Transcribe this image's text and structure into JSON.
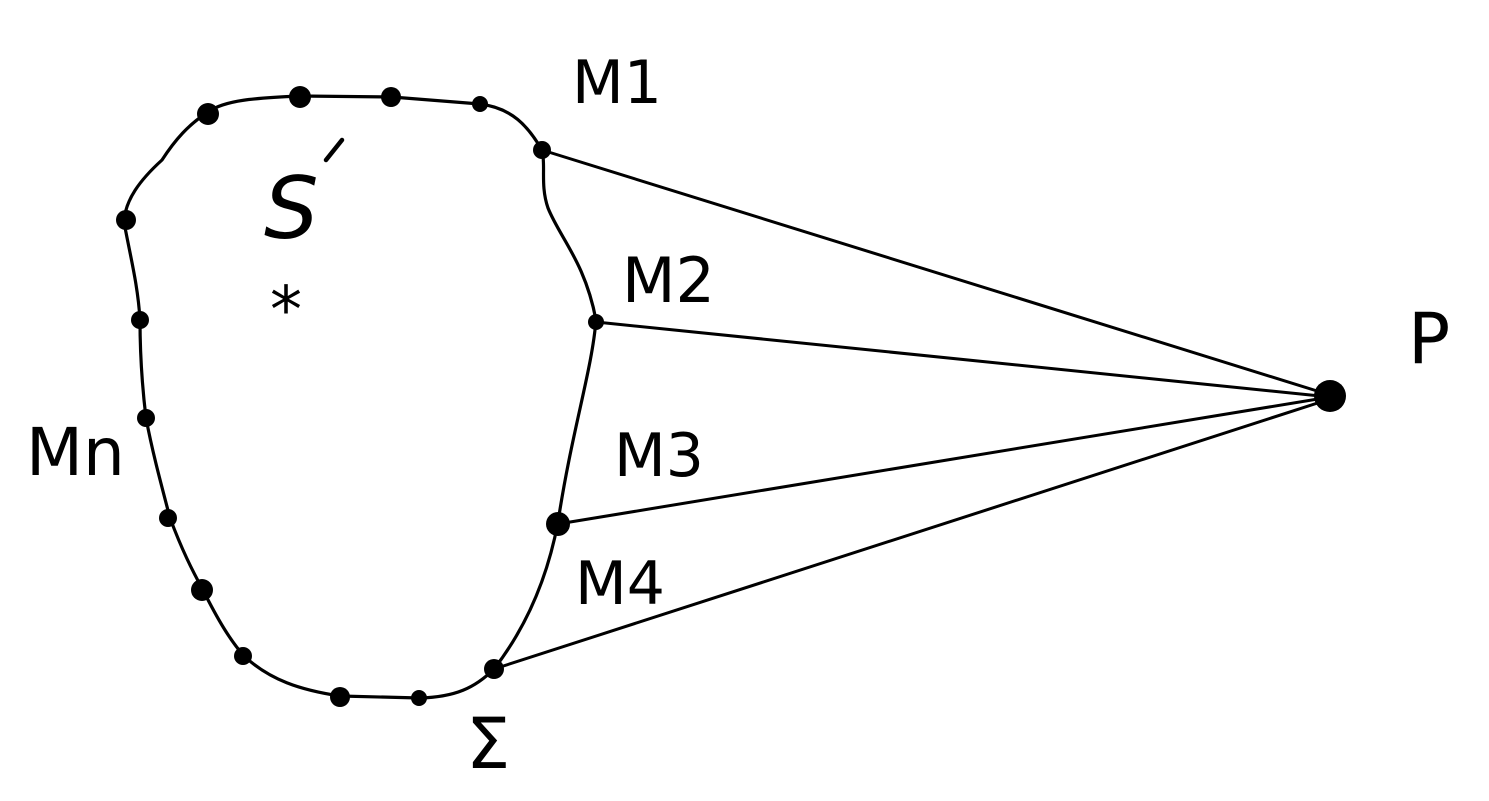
{
  "diagram": {
    "labels": {
      "m1": "M1",
      "m2": "M2",
      "m3": "M3",
      "m4": "M4",
      "mn": "Mn",
      "p": "P",
      "sigma": "Σ",
      "s": "S",
      "star": "*"
    },
    "colors": {
      "ink": "#000000",
      "paper": "#ffffff"
    }
  }
}
